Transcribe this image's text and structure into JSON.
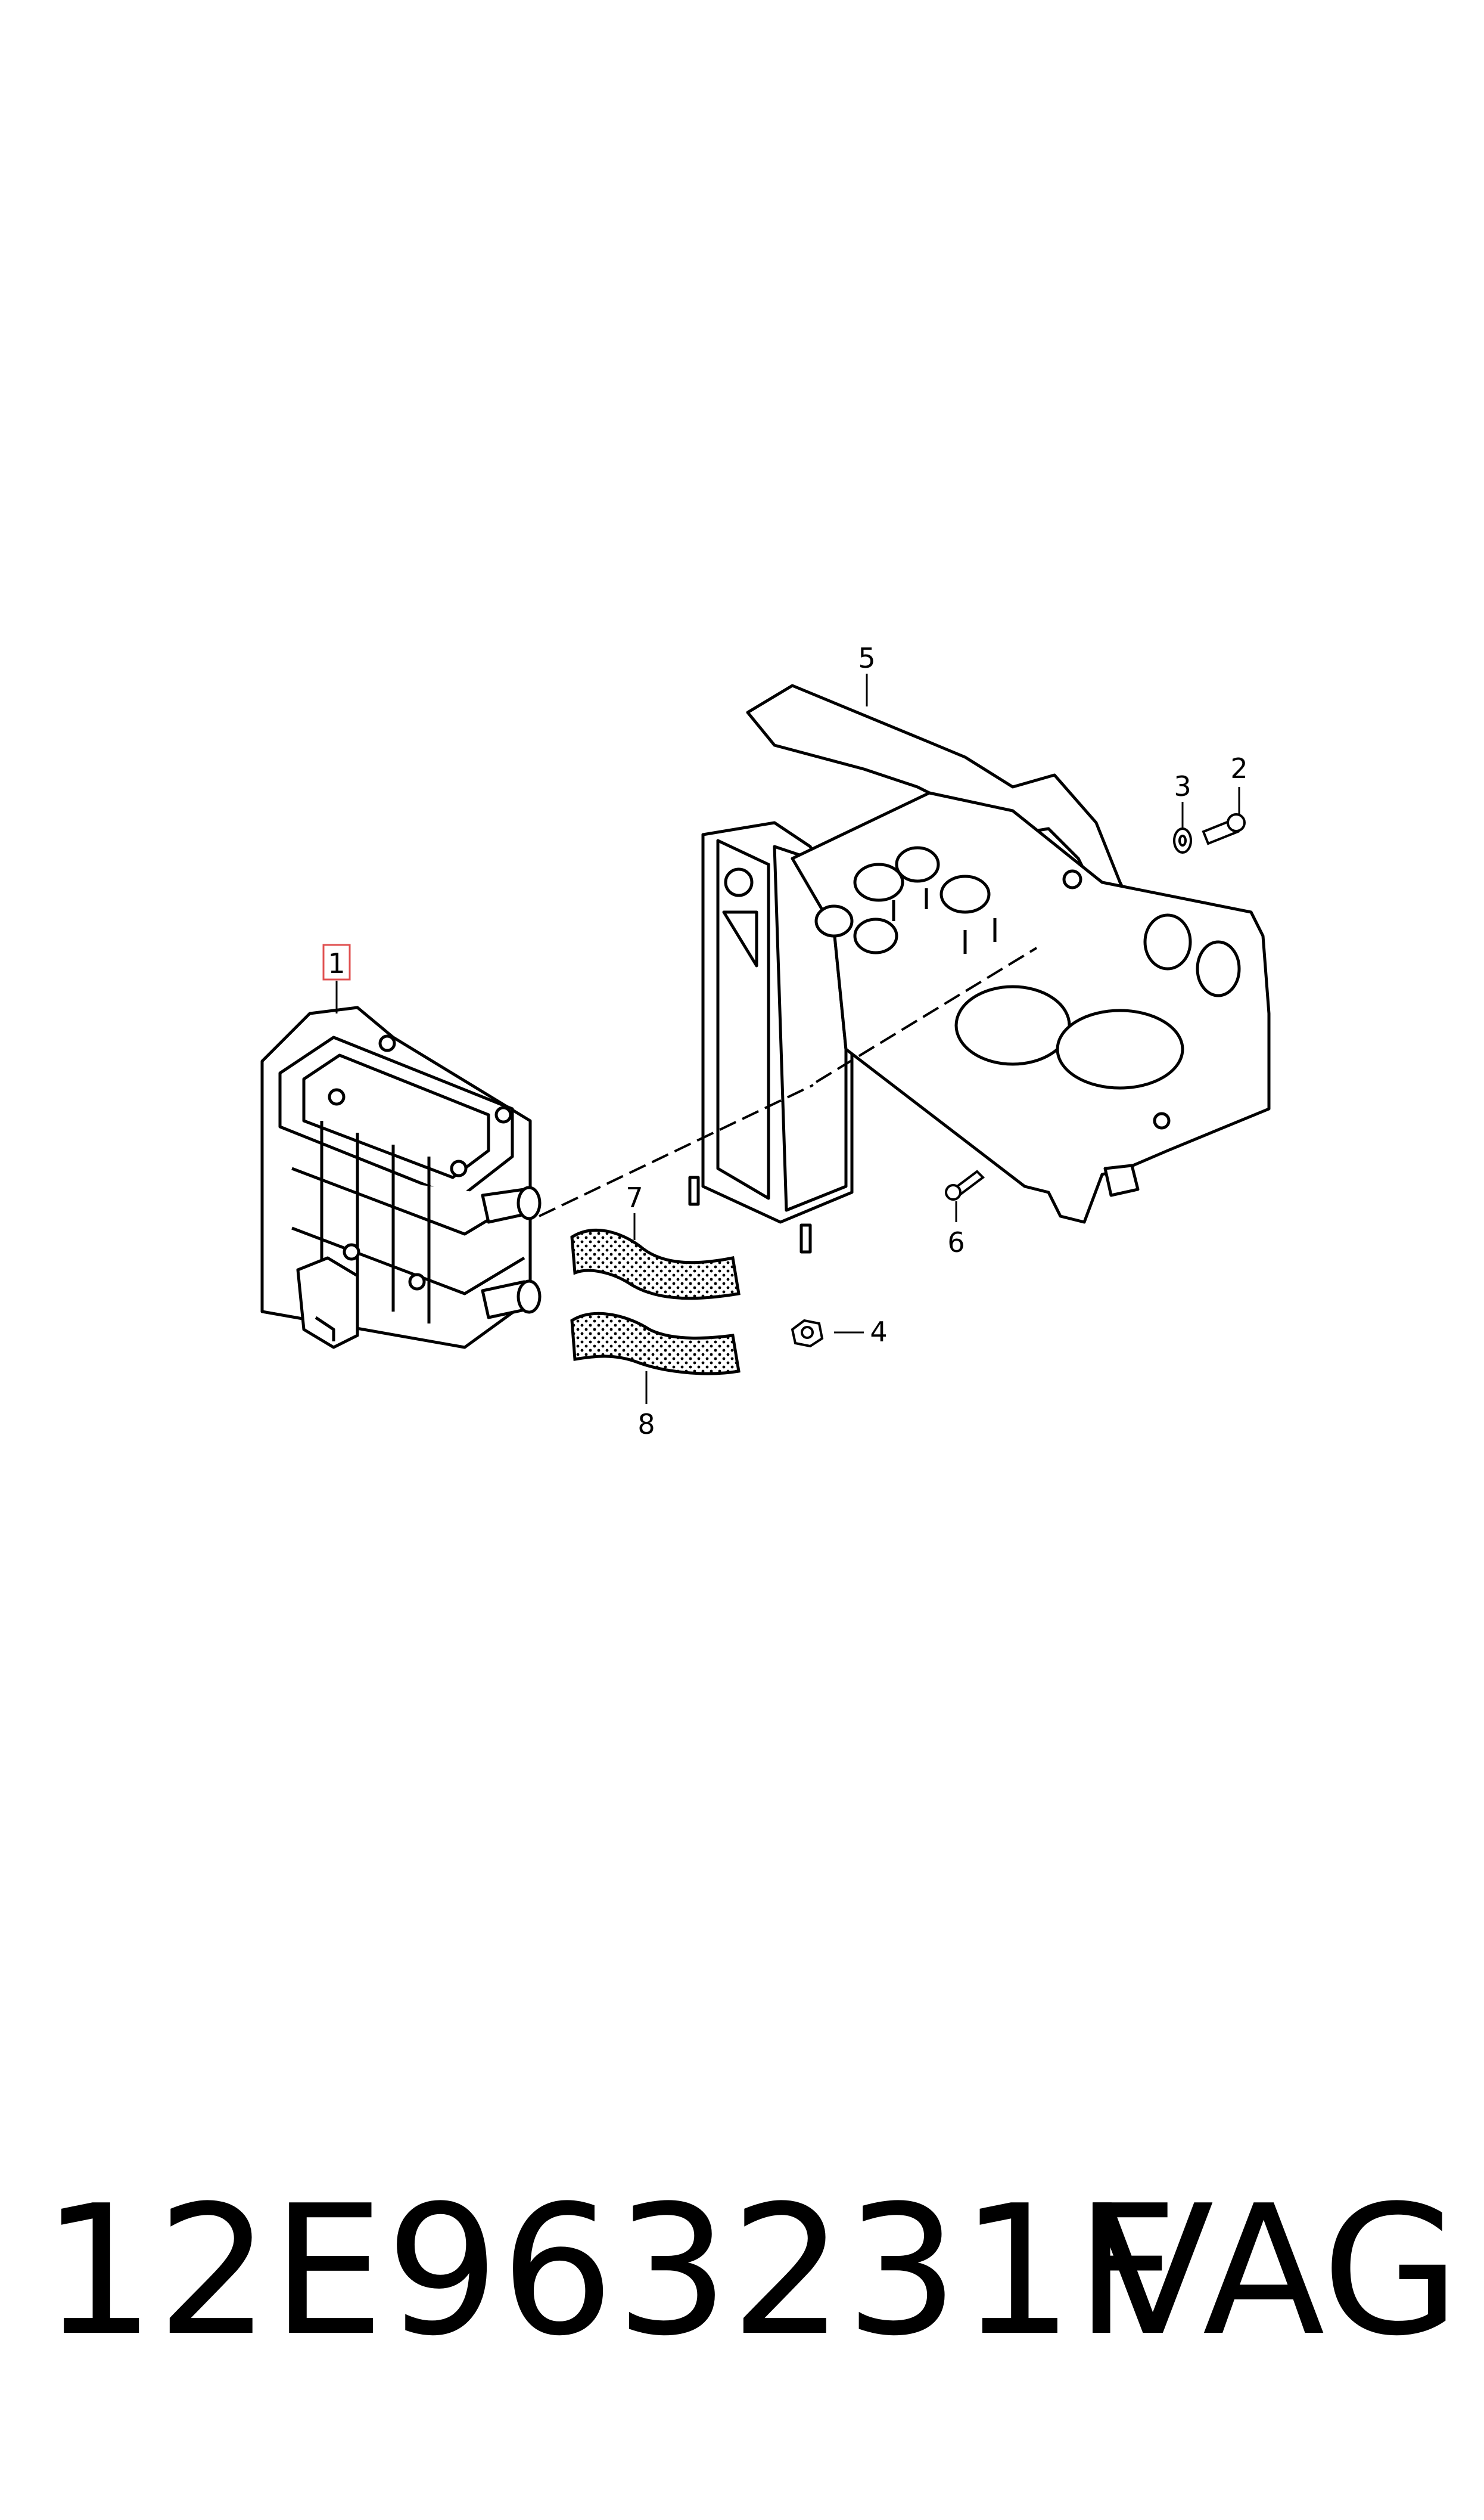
{
  "callouts": [
    {
      "id": "1",
      "label": "1",
      "highlighted": true
    },
    {
      "id": "2",
      "label": "2"
    },
    {
      "id": "3",
      "label": "3"
    },
    {
      "id": "4",
      "label": "4"
    },
    {
      "id": "5",
      "label": "5"
    },
    {
      "id": "6",
      "label": "6"
    },
    {
      "id": "7",
      "label": "7"
    },
    {
      "id": "8",
      "label": "8"
    }
  ],
  "footer": {
    "part_number": "12E963231F",
    "brand": "VAG"
  },
  "colors": {
    "line": "#000000",
    "highlight_box": "#e05050",
    "background": "#ffffff"
  }
}
